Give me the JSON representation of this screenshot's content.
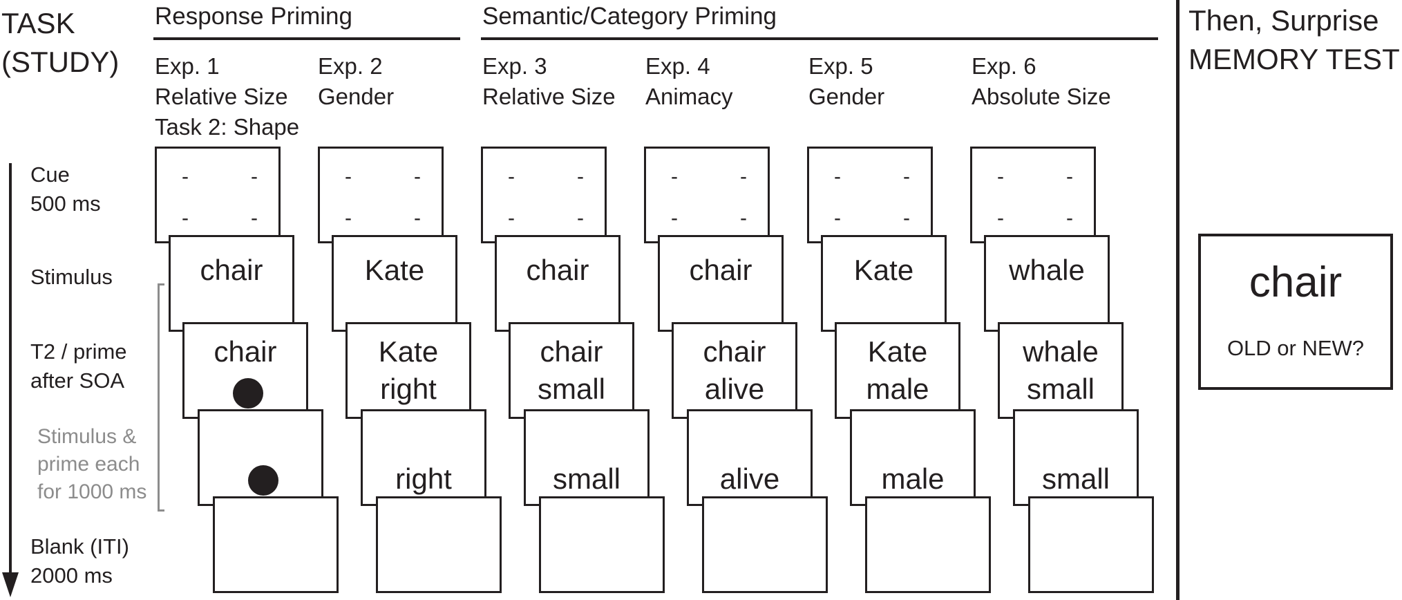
{
  "task_title": "TASK\n(STUDY)",
  "groups": {
    "response": "Response Priming",
    "semantic": "Semantic/Category Priming"
  },
  "experiments": [
    {
      "label": "Exp. 1\nRelative Size\nTask 2: Shape",
      "stimulus": "chair",
      "prime_top": "chair",
      "prime_bottom": "",
      "prime_dot": true,
      "prime_only": "",
      "prime_only_dot": true
    },
    {
      "label": "Exp. 2\nGender",
      "stimulus": "Kate",
      "prime_top": "Kate",
      "prime_bottom": "right",
      "prime_dot": false,
      "prime_only": "right",
      "prime_only_dot": false
    },
    {
      "label": "Exp. 3\nRelative Size",
      "stimulus": "chair",
      "prime_top": "chair",
      "prime_bottom": "small",
      "prime_dot": false,
      "prime_only": "small",
      "prime_only_dot": false
    },
    {
      "label": "Exp. 4\nAnimacy",
      "stimulus": "chair",
      "prime_top": "chair",
      "prime_bottom": "alive",
      "prime_dot": false,
      "prime_only": "alive",
      "prime_only_dot": false
    },
    {
      "label": "Exp. 5\nGender",
      "stimulus": "Kate",
      "prime_top": "Kate",
      "prime_bottom": "male",
      "prime_dot": false,
      "prime_only": "male",
      "prime_only_dot": false
    },
    {
      "label": "Exp. 6\nAbsolute Size",
      "stimulus": "whale",
      "prime_top": "whale",
      "prime_bottom": "small",
      "prime_dot": false,
      "prime_only": "small",
      "prime_only_dot": false
    }
  ],
  "stages": {
    "cue": "Cue\n500 ms",
    "stimulus": "Stimulus",
    "prime": "T2 / prime\nafter SOA",
    "duration_note": "Stimulus &\nprime each\nfor 1000 ms",
    "blank": "Blank (ITI)\n2000 ms"
  },
  "cue_mark": "-",
  "memory_test": {
    "title": "Then, Surprise\nMEMORY TEST",
    "word": "chair",
    "question": "OLD or NEW?"
  },
  "colors": {
    "ink": "#231f20",
    "note": "#8c8c8c"
  }
}
